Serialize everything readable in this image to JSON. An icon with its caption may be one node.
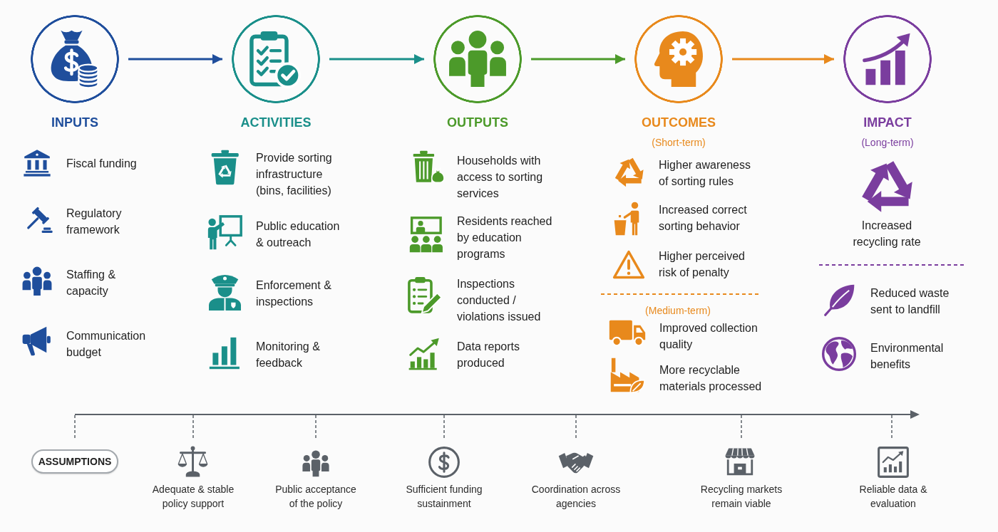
{
  "diagram": {
    "nodes": [
      {
        "text": [
          "INPUTS"
        ]
      },
      {
        "text": [
          "ACTIVITIES"
        ]
      },
      {
        "text": [
          "OUTPUTS"
        ]
      },
      {
        "text": [
          "OUTCOMES"
        ],
        "beside": [
          "(Short-term)"
        ]
      },
      {
        "text": [
          "IMPACT"
        ],
        "beside": [
          "(Long-term)"
        ]
      },
      {
        "text": [
          "ASSUMPTIONS"
        ]
      }
    ],
    "edges": [
      {
        "from": 0,
        "to": 1,
        "arrow": "to",
        "color": "#1f4e9c"
      },
      {
        "from": 1,
        "to": 2,
        "arrow": "to",
        "color": "#1a8f8a"
      },
      {
        "from": 2,
        "to": 3,
        "arrow": "to",
        "color": "#4c9a2a"
      },
      {
        "from": 3,
        "to": 4,
        "arrow": "to",
        "color": "#e8891c"
      }
    ],
    "labels": [
      "Fiscal funding",
      "Regulatory framework",
      "Staffing & capacity",
      "Communication budget",
      "Provide sorting infrastructure (bins, facilities)",
      "Public education & outreach",
      "Enforcement & inspections",
      "Monitoring & feedback",
      "Households with access to sorting services",
      "Residents reached by education programs",
      "Inspections conducted / violations issued",
      "Data reports produced",
      "Higher awareness of sorting rules",
      "Increased correct sorting behavior",
      "Higher perceived risk of penalty",
      "(Medium-term)",
      "Improved collection quality",
      "More recyclable materials processed",
      "Increased recycling rate",
      "Reduced waste sent to landfill",
      "Environmental benefits",
      "Adequate & stable policy support",
      "Public acceptance of the policy",
      "Sufficient funding sustainment",
      "Coordination across agencies",
      "Recycling markets remain viable",
      "Reliable data & evaluation"
    ]
  }
}
